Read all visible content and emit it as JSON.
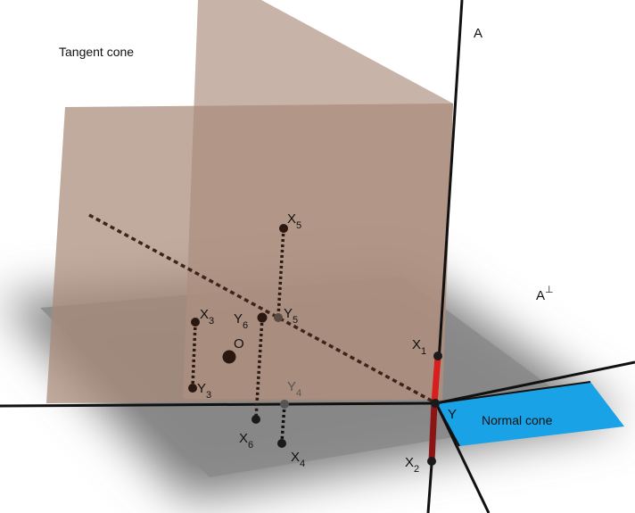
{
  "labels": {
    "tangent_cone": "Tangent cone",
    "normal_cone": "Normal cone",
    "line_A": "A",
    "complement": "A",
    "complement_sup": "⊥",
    "origin": "O",
    "apex": "Y"
  },
  "points": {
    "x1": {
      "base": "X",
      "sub": "1"
    },
    "x2": {
      "base": "X",
      "sub": "2"
    },
    "x3": {
      "base": "X",
      "sub": "3"
    },
    "x4": {
      "base": "X",
      "sub": "4"
    },
    "x5": {
      "base": "X",
      "sub": "5"
    },
    "x6": {
      "base": "X",
      "sub": "6"
    },
    "y3": {
      "base": "Y",
      "sub": "3"
    },
    "y4": {
      "base": "Y",
      "sub": "4"
    },
    "y5": {
      "base": "Y",
      "sub": "5"
    },
    "y6": {
      "base": "Y",
      "sub": "6"
    }
  },
  "colors": {
    "tangent_plane": "#b69a8c",
    "normal_cone": "#19a3e6",
    "ground_shadow": "#7a7a7a",
    "segment_red": "#d81e1e",
    "segment_dark_red": "#8b1414",
    "line": "#111111",
    "dotted": "#3b2418"
  }
}
